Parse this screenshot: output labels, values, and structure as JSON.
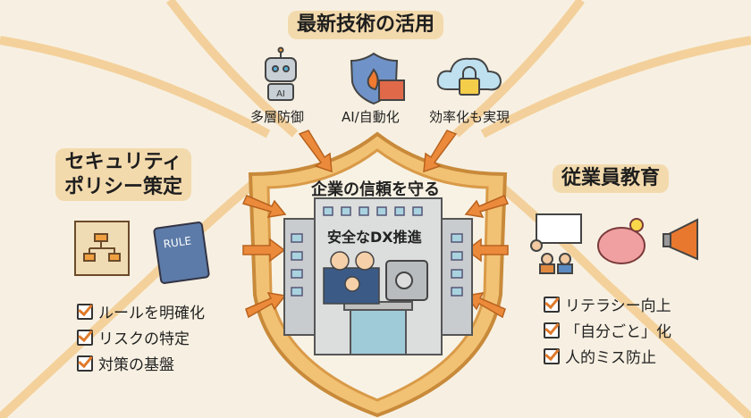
{
  "top": {
    "title": "最新技術の活用",
    "items": [
      {
        "icon": "robot-icon",
        "label": "多層防御",
        "icon_text": "AI"
      },
      {
        "icon": "shield-firewall-icon",
        "label": "AI/自動化"
      },
      {
        "icon": "cloud-lock-icon",
        "label": "効率化も実現"
      }
    ]
  },
  "left": {
    "title_line1": "セキュリティ",
    "title_line2": "ポリシー策定",
    "icons": [
      "scroll-flowchart-icon",
      "rule-book-icon"
    ],
    "book_text": "RULE",
    "checklist": [
      "ルールを明確化",
      "リスクの特定",
      "対策の基盤"
    ]
  },
  "right": {
    "title": "従業員教育",
    "icons": [
      "presentation-icon",
      "brain-lightbulb-icon",
      "megaphone-icon"
    ],
    "checklist": [
      "リテラシー向上",
      "「自分ごと」化",
      "人的ミス防止"
    ]
  },
  "center": {
    "heading": "企業の信頼を守る",
    "building_sign": "安全なDX推進"
  },
  "colors": {
    "background": "#f7f0e2",
    "shield_gold": "#f0b860",
    "arrow_orange": "#ec8a3c",
    "title_highlight": "#f0c882"
  }
}
